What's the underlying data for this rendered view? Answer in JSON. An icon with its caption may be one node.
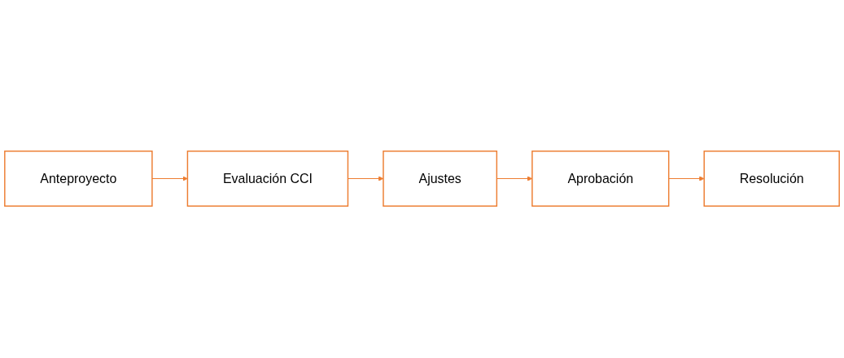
{
  "diagram": {
    "nodes": [
      {
        "text": [
          "Anteproyecto"
        ]
      },
      {
        "text": [
          "Evaluación CCI"
        ]
      },
      {
        "text": [
          "Ajustes"
        ]
      },
      {
        "text": [
          "Aprobación"
        ]
      },
      {
        "text": [
          "Resolución"
        ]
      }
    ],
    "edges": [
      {
        "from": 0,
        "to": 1,
        "arrow": "to"
      },
      {
        "from": 1,
        "to": 2,
        "arrow": "to"
      },
      {
        "from": 2,
        "to": 3,
        "arrow": "to"
      },
      {
        "from": 3,
        "to": 4,
        "arrow": "to"
      }
    ]
  }
}
